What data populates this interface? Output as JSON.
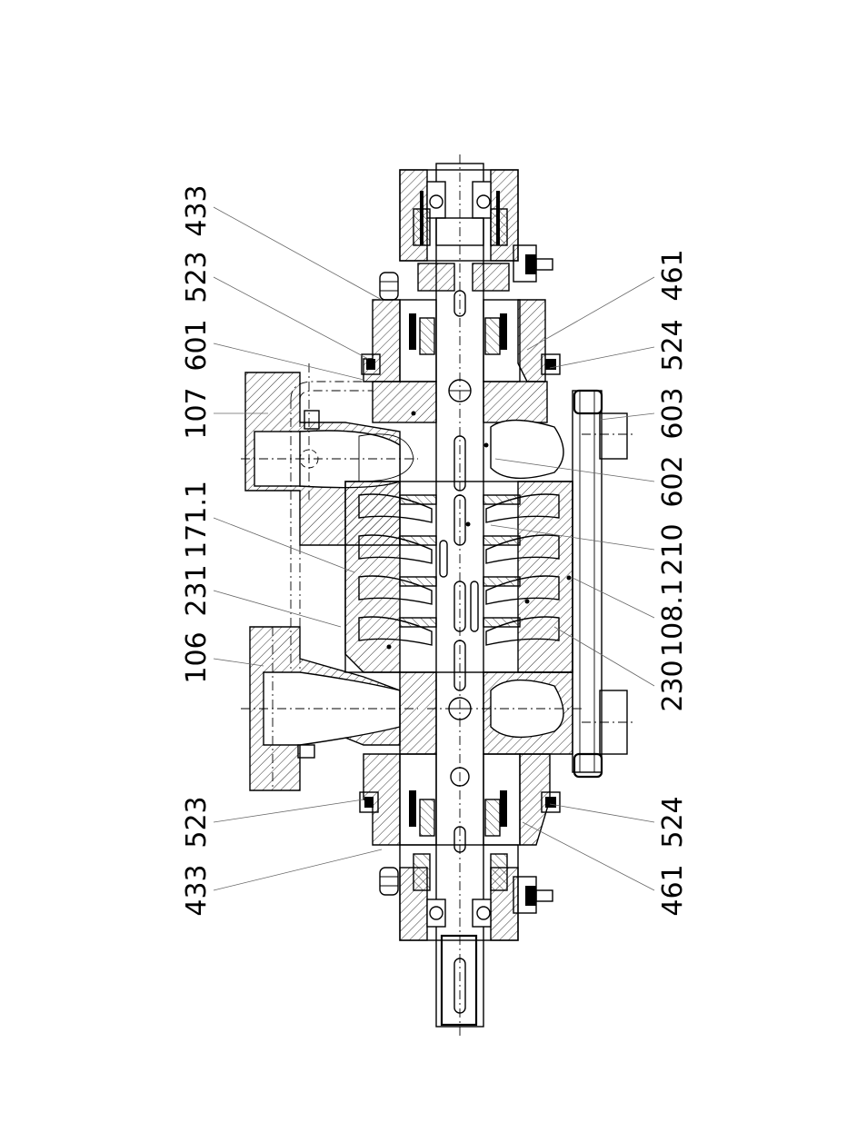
{
  "labels": {
    "left": [
      "433",
      "523",
      "601",
      "107",
      "171.1",
      "231",
      "106",
      "523",
      "433"
    ],
    "right": [
      "461",
      "524",
      "603",
      "602",
      "210",
      "108.1",
      "230",
      "524",
      "461"
    ]
  }
}
